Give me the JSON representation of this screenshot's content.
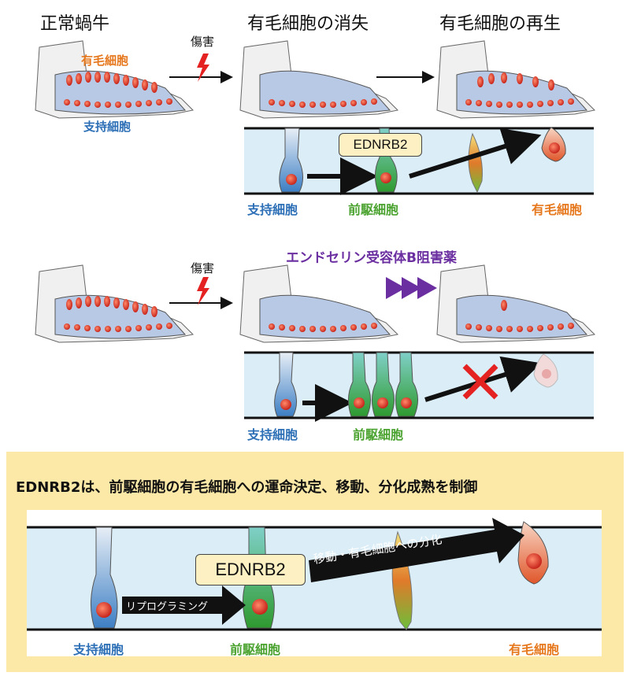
{
  "top": {
    "titles": [
      "正常蝸牛",
      "有毛細胞の消失",
      "有毛細胞の再生"
    ],
    "damage_label": "傷害",
    "cochlea_hair_label": "有毛細胞",
    "cochlea_support_label": "支持細胞",
    "ednrb_label": "EDNRB2",
    "bar_labels": {
      "support": "支持細胞",
      "progenitor": "前駆細胞",
      "hair": "有毛細胞"
    }
  },
  "middle": {
    "damage_label": "傷害",
    "drug_label": "エンドセリン受容体B阻害薬",
    "bar_labels": {
      "support": "支持細胞",
      "progenitor": "前駆細胞"
    }
  },
  "bottom": {
    "summary": "EDNRB2は、前駆細胞の有毛細胞への運命決定、移動、分化成熟を制御",
    "ednrb_label": "EDNRB2",
    "arrow1_label": "リプログラミング",
    "arrow2_label": "移動・有毛細胞への分化",
    "bar_labels": {
      "support": "支持細胞",
      "progenitor": "前駆細胞",
      "hair": "有毛細胞"
    }
  },
  "colors": {
    "hair": "#e6781e",
    "support": "#2c6fb6",
    "progenitor": "#4aa22f",
    "drug": "#6a2ea0",
    "panel": "#fde9a7"
  }
}
